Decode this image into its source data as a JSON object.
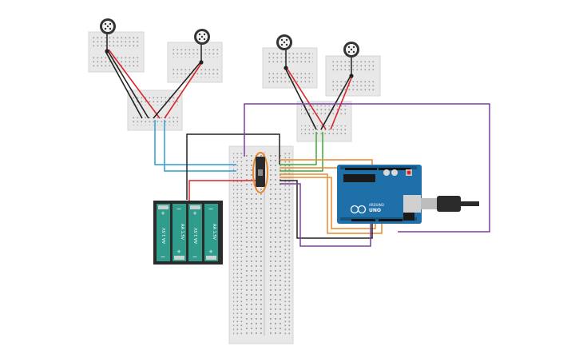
{
  "canvas": {
    "background": "#ffffff"
  },
  "colors": {
    "breadboard": "#e8e8e8",
    "breadboard_edge": "#d0d0d0",
    "hole": "#9a9a9a",
    "arduino_blue": "#1f6fa8",
    "arduino_dark": "#16537e",
    "battery_case": "#2b2b2b",
    "battery_cell": "#2f9c8c",
    "battery_terminal": "#c9d4d2",
    "wire_red": "#d8262a",
    "wire_black": "#222222",
    "wire_blue": "#2a9fd6",
    "wire_green": "#3aaa3a",
    "wire_orange": "#e8892b",
    "wire_purple": "#7b3f9e",
    "usb_cable": "#2a2a2a",
    "chip": "#1a1a1a",
    "switch_orange": "#e8892b"
  },
  "battery_pack": {
    "cells": [
      {
        "label": "AA 1.5V"
      },
      {
        "label": "AA 1.5V"
      },
      {
        "label": "AA 1.5V"
      },
      {
        "label": "AA 1.5V"
      }
    ],
    "plus": "+",
    "minus": "−"
  },
  "arduino": {
    "logo_text": "UNO",
    "brand_text": "ARDUINO",
    "icon": "arduino-infinity-icon"
  },
  "speakers": [
    {
      "icon": "speaker-icon"
    },
    {
      "icon": "speaker-icon"
    },
    {
      "icon": "speaker-icon"
    },
    {
      "icon": "speaker-icon"
    }
  ],
  "switch": {
    "icon": "slide-switch-icon"
  }
}
